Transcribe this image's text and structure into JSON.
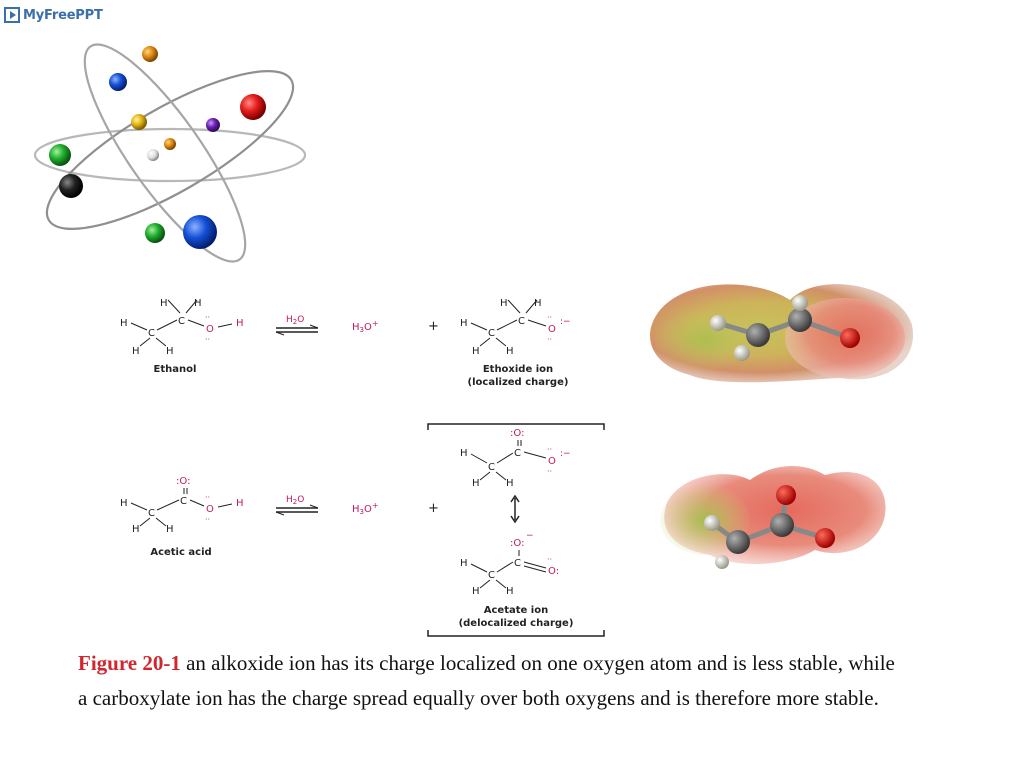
{
  "header": {
    "logo_text": "MyFreePPT"
  },
  "reaction1": {
    "reactant_label": "Ethanol",
    "water_label": "H2O",
    "product_label": "H3O+",
    "plus": "+",
    "ion_label": "Ethoxide ion",
    "ion_sublabel": "(localized charge)"
  },
  "reaction2": {
    "reactant_label": "Acetic acid",
    "water_label": "H2O",
    "product_label": "H3O+",
    "plus": "+",
    "ion_label": "Acetate ion",
    "ion_sublabel": "(delocalized charge)"
  },
  "caption": {
    "figure_label": "Figure 20-1",
    "text": " an alkoxide ion has its charge localized on one oxygen atom and is less stable, while  a carboxylate ion has the charge spread equally over both oxygens and is therefore more stable."
  },
  "colors": {
    "figure_label": "#d0262f",
    "oxygen_text": "#c2185b",
    "logo": "#3a6fa8"
  }
}
